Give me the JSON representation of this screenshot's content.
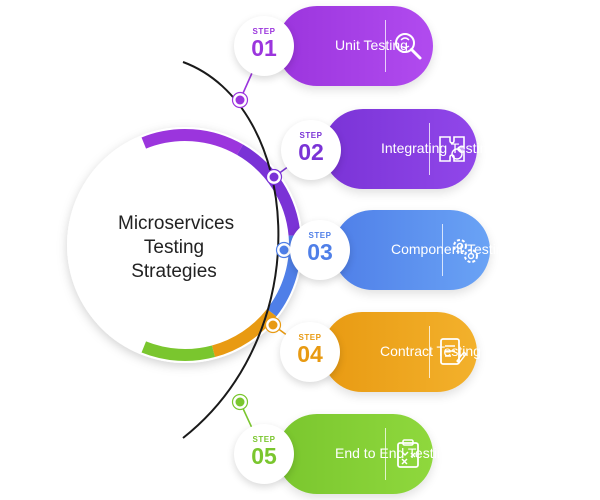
{
  "title": {
    "lines": [
      "Microservices",
      "Testing",
      "Strategies"
    ]
  },
  "steps": [
    {
      "step_word": "STEP",
      "number": "01",
      "label": "Unit Testing",
      "color": "#9b35dd",
      "color_light": "#b14bef",
      "icon": "magnifier-icon"
    },
    {
      "step_word": "STEP",
      "number": "02",
      "label": "Integrating Testing",
      "color": "#7a33d6",
      "color_light": "#9147ea",
      "icon": "puzzle-icon"
    },
    {
      "step_word": "STEP",
      "number": "03",
      "label": "Component Testing",
      "color": "#4f7fe8",
      "color_light": "#6aa3f5",
      "icon": "gears-icon"
    },
    {
      "step_word": "STEP",
      "number": "04",
      "label": "Contract Testing",
      "color": "#e89a12",
      "color_light": "#f3b12c",
      "icon": "contract-icon"
    },
    {
      "step_word": "STEP",
      "number": "05",
      "label": "End to End Testing",
      "color": "#7ac62e",
      "color_light": "#8fd83d",
      "icon": "clipboard-icon"
    }
  ]
}
